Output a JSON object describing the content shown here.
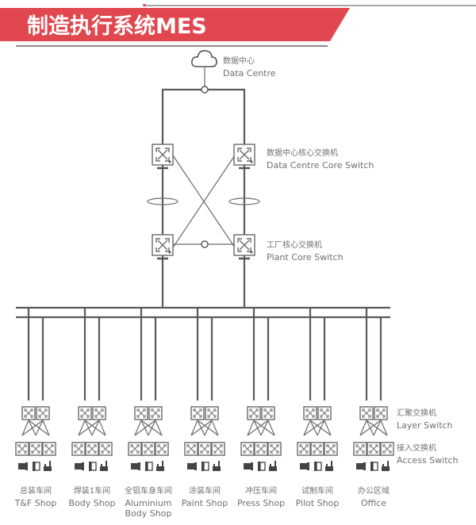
{
  "header": {
    "title": "制造执行系统MES",
    "accent": "#e0474f"
  },
  "data_centre": {
    "cn": "数据中心",
    "en": "Data Centre"
  },
  "core_switch": {
    "cn": "数据中心核心交换机",
    "en": "Data Centre Core Switch"
  },
  "plant_switch": {
    "cn": "工厂核心交换机",
    "en": "Plant Core Switch"
  },
  "layer_switch": {
    "cn": "汇聚交换机",
    "en": "Layer Switch"
  },
  "access_switch": {
    "cn": "接入交换机",
    "en": "Access Switch"
  },
  "shops": [
    {
      "cn": "总装车间",
      "en": [
        "T&F Shop"
      ]
    },
    {
      "cn": "焊装1车间",
      "en": [
        "Body Shop"
      ]
    },
    {
      "cn": "全铝车身车间",
      "en": [
        "Aluminium",
        "Body Shop"
      ]
    },
    {
      "cn": "涂装车间",
      "en": [
        "Paint Shop"
      ]
    },
    {
      "cn": "冲压车间",
      "en": [
        "Press Shop"
      ]
    },
    {
      "cn": "试制车间",
      "en": [
        "Pilot Shop"
      ]
    },
    {
      "cn": "办公区域",
      "en": [
        "Office"
      ]
    }
  ]
}
